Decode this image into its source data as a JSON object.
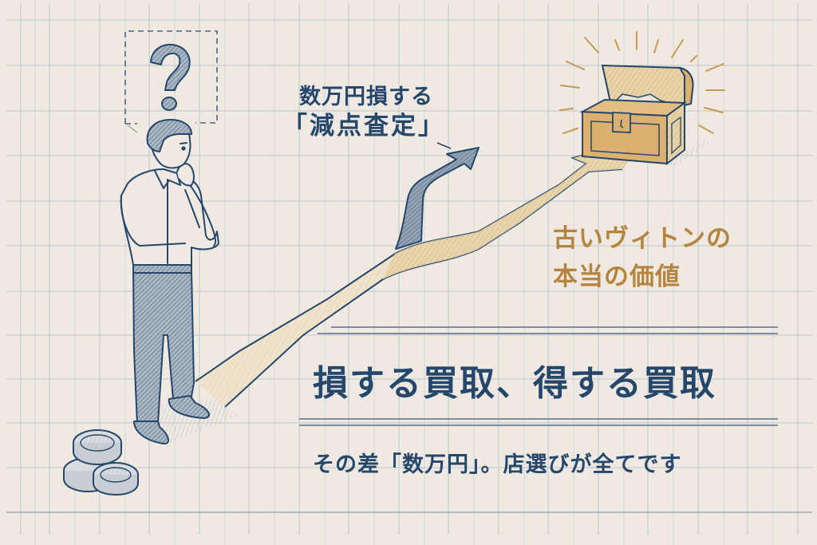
{
  "colors": {
    "background": "#efe9e2",
    "grid_line": "#c4ccd2",
    "navy": "#24476b",
    "gold": "#b5853f",
    "path_fill": "#e6cfa3",
    "chest_fill": "#dcb170",
    "arrow_fill": "#7d8fa3"
  },
  "illustration": {
    "thought_bubble_icon": "question-mark-icon",
    "character": "thinking-man",
    "coins_icon": "coin-stack-icon",
    "chest_icon": "treasure-chest-icon",
    "branch_arrow_icon": "arrow-up-right-icon"
  },
  "labels": {
    "loss_line1": "数万円損する",
    "loss_line2": "「減点査定」",
    "value_line1": "古いヴィトンの",
    "value_line2": "本当の価値"
  },
  "headline": "損する買取、得する買取",
  "subline": "その差「数万円」。店選びが全てです"
}
